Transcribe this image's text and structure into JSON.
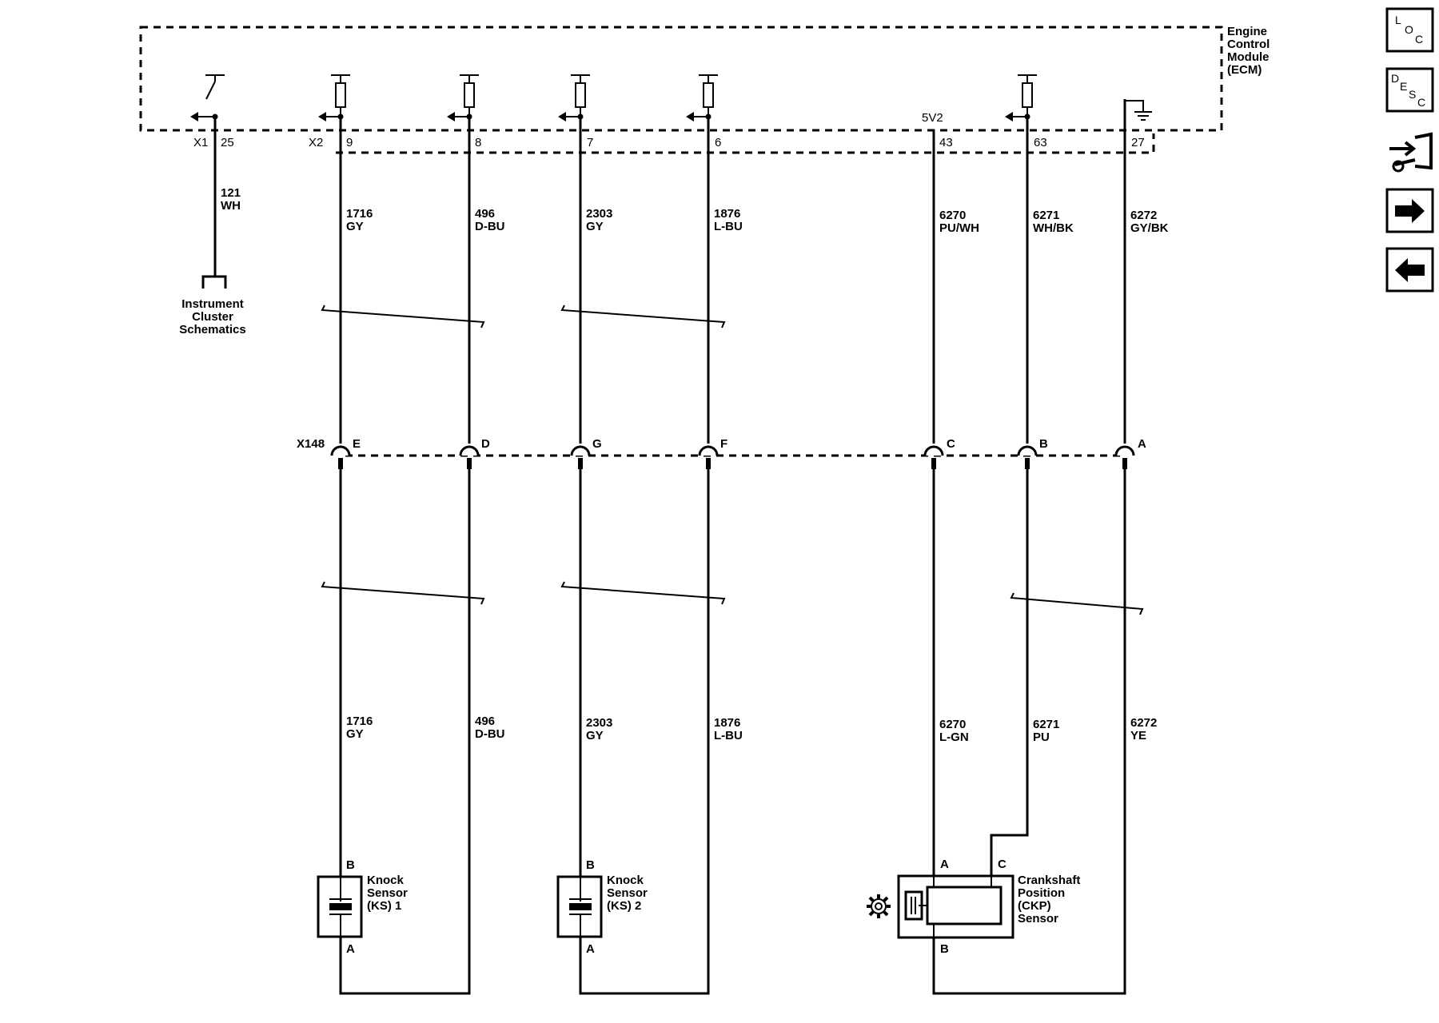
{
  "ecm": {
    "label": [
      "Engine",
      "Control",
      "Module",
      "(ECM)"
    ]
  },
  "connectors": {
    "x1": "X1",
    "x2": "X2",
    "x148": "X148"
  },
  "ecm_pins": {
    "p25": "25",
    "p9": "9",
    "p8": "8",
    "p7": "7",
    "p6": "6",
    "p43": "43",
    "p63": "63",
    "p27": "27",
    "supply": "5V2"
  },
  "upper_wires": {
    "w121": {
      "circuit": "121",
      "color": "WH"
    },
    "w1716": {
      "circuit": "1716",
      "color": "GY"
    },
    "w496": {
      "circuit": "496",
      "color": "D-BU"
    },
    "w2303": {
      "circuit": "2303",
      "color": "GY"
    },
    "w1876": {
      "circuit": "1876",
      "color": "L-BU"
    },
    "w6270": {
      "circuit": "6270",
      "color": "PU/WH"
    },
    "w6271": {
      "circuit": "6271",
      "color": "WH/BK"
    },
    "w6272": {
      "circuit": "6272",
      "color": "GY/BK"
    }
  },
  "lower_wires": {
    "w1716": {
      "circuit": "1716",
      "color": "GY"
    },
    "w496": {
      "circuit": "496",
      "color": "D-BU"
    },
    "w2303": {
      "circuit": "2303",
      "color": "GY"
    },
    "w1876": {
      "circuit": "1876",
      "color": "L-BU"
    },
    "w6270": {
      "circuit": "6270",
      "color": "L-GN"
    },
    "w6271": {
      "circuit": "6271",
      "color": "PU"
    },
    "w6272": {
      "circuit": "6272",
      "color": "YE"
    }
  },
  "x148_pins": {
    "e": "E",
    "d": "D",
    "g": "G",
    "f": "F",
    "c": "C",
    "b": "B",
    "a": "A"
  },
  "instrument_cluster": {
    "label": [
      "Instrument",
      "Cluster",
      "Schematics"
    ]
  },
  "ks1": {
    "label": [
      "Knock",
      "Sensor",
      "(KS) 1"
    ],
    "pin_top": "B",
    "pin_bottom": "A"
  },
  "ks2": {
    "label": [
      "Knock",
      "Sensor",
      "(KS) 2"
    ],
    "pin_top": "B",
    "pin_bottom": "A"
  },
  "ckp": {
    "label": [
      "Crankshaft",
      "Position",
      "(CKP)",
      "Sensor"
    ],
    "pin_a": "A",
    "pin_c": "C",
    "pin_b": "B"
  },
  "nav": {
    "loc": [
      "L",
      "O",
      "C"
    ],
    "desc": [
      "D",
      "E",
      "S",
      "C"
    ],
    "icons": [
      "connector-swap-icon",
      "arrow-right-icon",
      "arrow-left-icon"
    ]
  }
}
